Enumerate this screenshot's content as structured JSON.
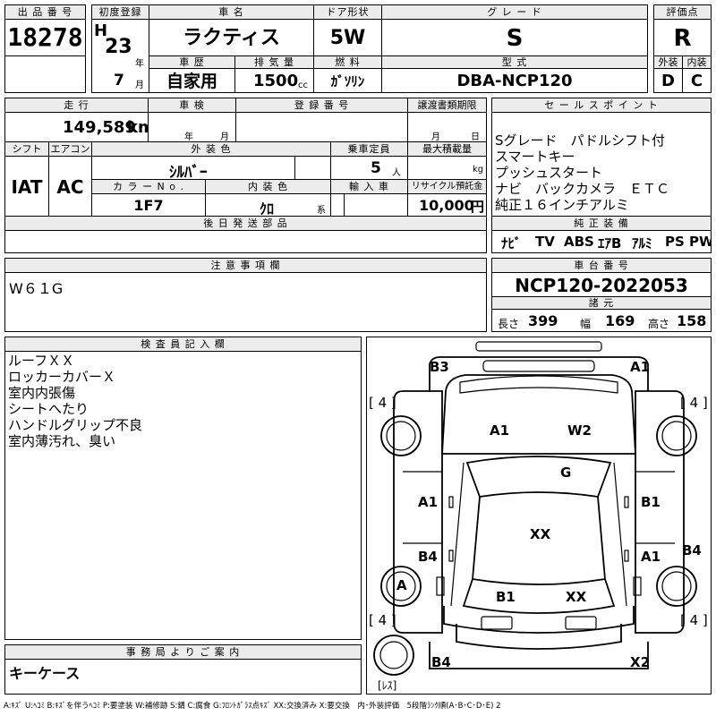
{
  "header": {
    "lot_label": "出 品 番 号",
    "lot_number": "18278",
    "first_reg_label": "初度登録",
    "era": "H",
    "year": "23",
    "year_unit": "年",
    "month": "7",
    "month_unit": "月",
    "car_name_label": "車 名",
    "car_name": "ラクティス",
    "history_label": "車 歴",
    "history": "自家用",
    "displacement_label": "排 気 量",
    "displacement": "1500",
    "displacement_unit": "cc",
    "door_label": "ドア形状",
    "door": "5W",
    "fuel_label": "燃 料",
    "fuel": "ｶﾞｿﾘﾝ",
    "grade_label": "グ レ ー ド",
    "grade": "S",
    "model_label": "型 式",
    "model": "DBA-NCP120",
    "score_label": "評価点",
    "score": "R",
    "exterior_label": "外装",
    "exterior": "D",
    "interior_label": "内装",
    "interior": "C"
  },
  "row2": {
    "mileage_label": "走 行",
    "mileage": "149,589",
    "mileage_unit": "km",
    "inspection_label": "車 検",
    "inspection_year_unit": "年",
    "inspection_month_unit": "月",
    "reg_label": "登 録 番 号",
    "transfer_label": "譲渡書類期限",
    "transfer_month_unit": "月",
    "transfer_day_unit": "日",
    "shift_label": "シフト",
    "shift": "IAT",
    "ac_label": "エアコン",
    "ac": "AC",
    "color_label": "外 装 色",
    "color": "ｼﾙﾊﾞｰ",
    "capacity_label": "乗車定員",
    "capacity": "5",
    "capacity_unit": "人",
    "max_load_label": "最大積載量",
    "max_load_unit": "kg",
    "color_no_label": "カ ラ ー N o .",
    "color_no": "1F7",
    "interior_color_label": "内 装 色",
    "interior_color": "ｸﾛ",
    "interior_color_suffix": "系",
    "import_label": "輸 入 車",
    "recycle_label": "リサイクル預託金",
    "recycle": "10,000",
    "recycle_unit": "円",
    "later_parts_label": "後 日 発 送 部 品"
  },
  "sales": {
    "label": "セ ー ル ス ポ イ ン ト",
    "points": [
      "Sグレード　パドルシフト付",
      "スマートキー",
      "プッシュスタート",
      "ナビ　バックカメラ　ＥＴＣ",
      "純正１６インチアルミ"
    ],
    "equipment_label": "純 正 装 備",
    "equipment": [
      "ﾅﾋﾞ",
      "TV",
      "ABS",
      "ｴｱB",
      "ｱﾙﾐ",
      "PS",
      "PW"
    ]
  },
  "notes": {
    "label": "注 意 事 項 欄",
    "text": "W６１G"
  },
  "chassis": {
    "label": "車 台 番 号",
    "number": "NCP120-2022053",
    "spec_label": "諸 元",
    "length_label": "長さ",
    "length": "399",
    "width_label": "幅",
    "width": "169",
    "height_label": "高さ",
    "height": "158"
  },
  "inspector": {
    "label": "検 査 員 記 入 欄",
    "lines": [
      "ルーフＸＸ",
      "ロッカーカバーＸ",
      "室内内張傷",
      "シートへたり",
      "ハンドルグリップ不良",
      "室内薄汚れ、臭い"
    ]
  },
  "office": {
    "label": "事 務 局 よ り ご 案 内",
    "text": "キーケース"
  },
  "diagram": {
    "marks": {
      "b3": "B3",
      "a1_top_right": "A1",
      "a1_hood": "A1",
      "w2": "W2",
      "g": "G",
      "a1_left": "A1",
      "b1_right": "B1",
      "xx_roof": "XX",
      "b4_left": "B4",
      "a1_right": "A1",
      "b4_right": "B4",
      "a_circle": "A",
      "b1_bottom": "B1",
      "xx_bottom": "XX",
      "b4_bottom_left": "B4",
      "x2": "X2"
    },
    "tire_fl": "[ 4 ]",
    "tire_fr": "[ 4 ]",
    "tire_rl": "[ 4 ]",
    "tire_rr": "[ 4 ]",
    "spare": "[ﾚｽ]"
  },
  "legend": "A:ｷｽﾞ U:ﾍｺﾐ B:ｷｽﾞを伴うﾍｺﾐ P:要塗装 W:補修跡 S:錆 C:腐食 G:ﾌﾛﾝﾄｶﾞﾗｽ点ｷｽﾞ XX:交換済み X:要交換　内･外装評価　5段階ﾗﾝｸ順(A･B･C･D･E) 2"
}
